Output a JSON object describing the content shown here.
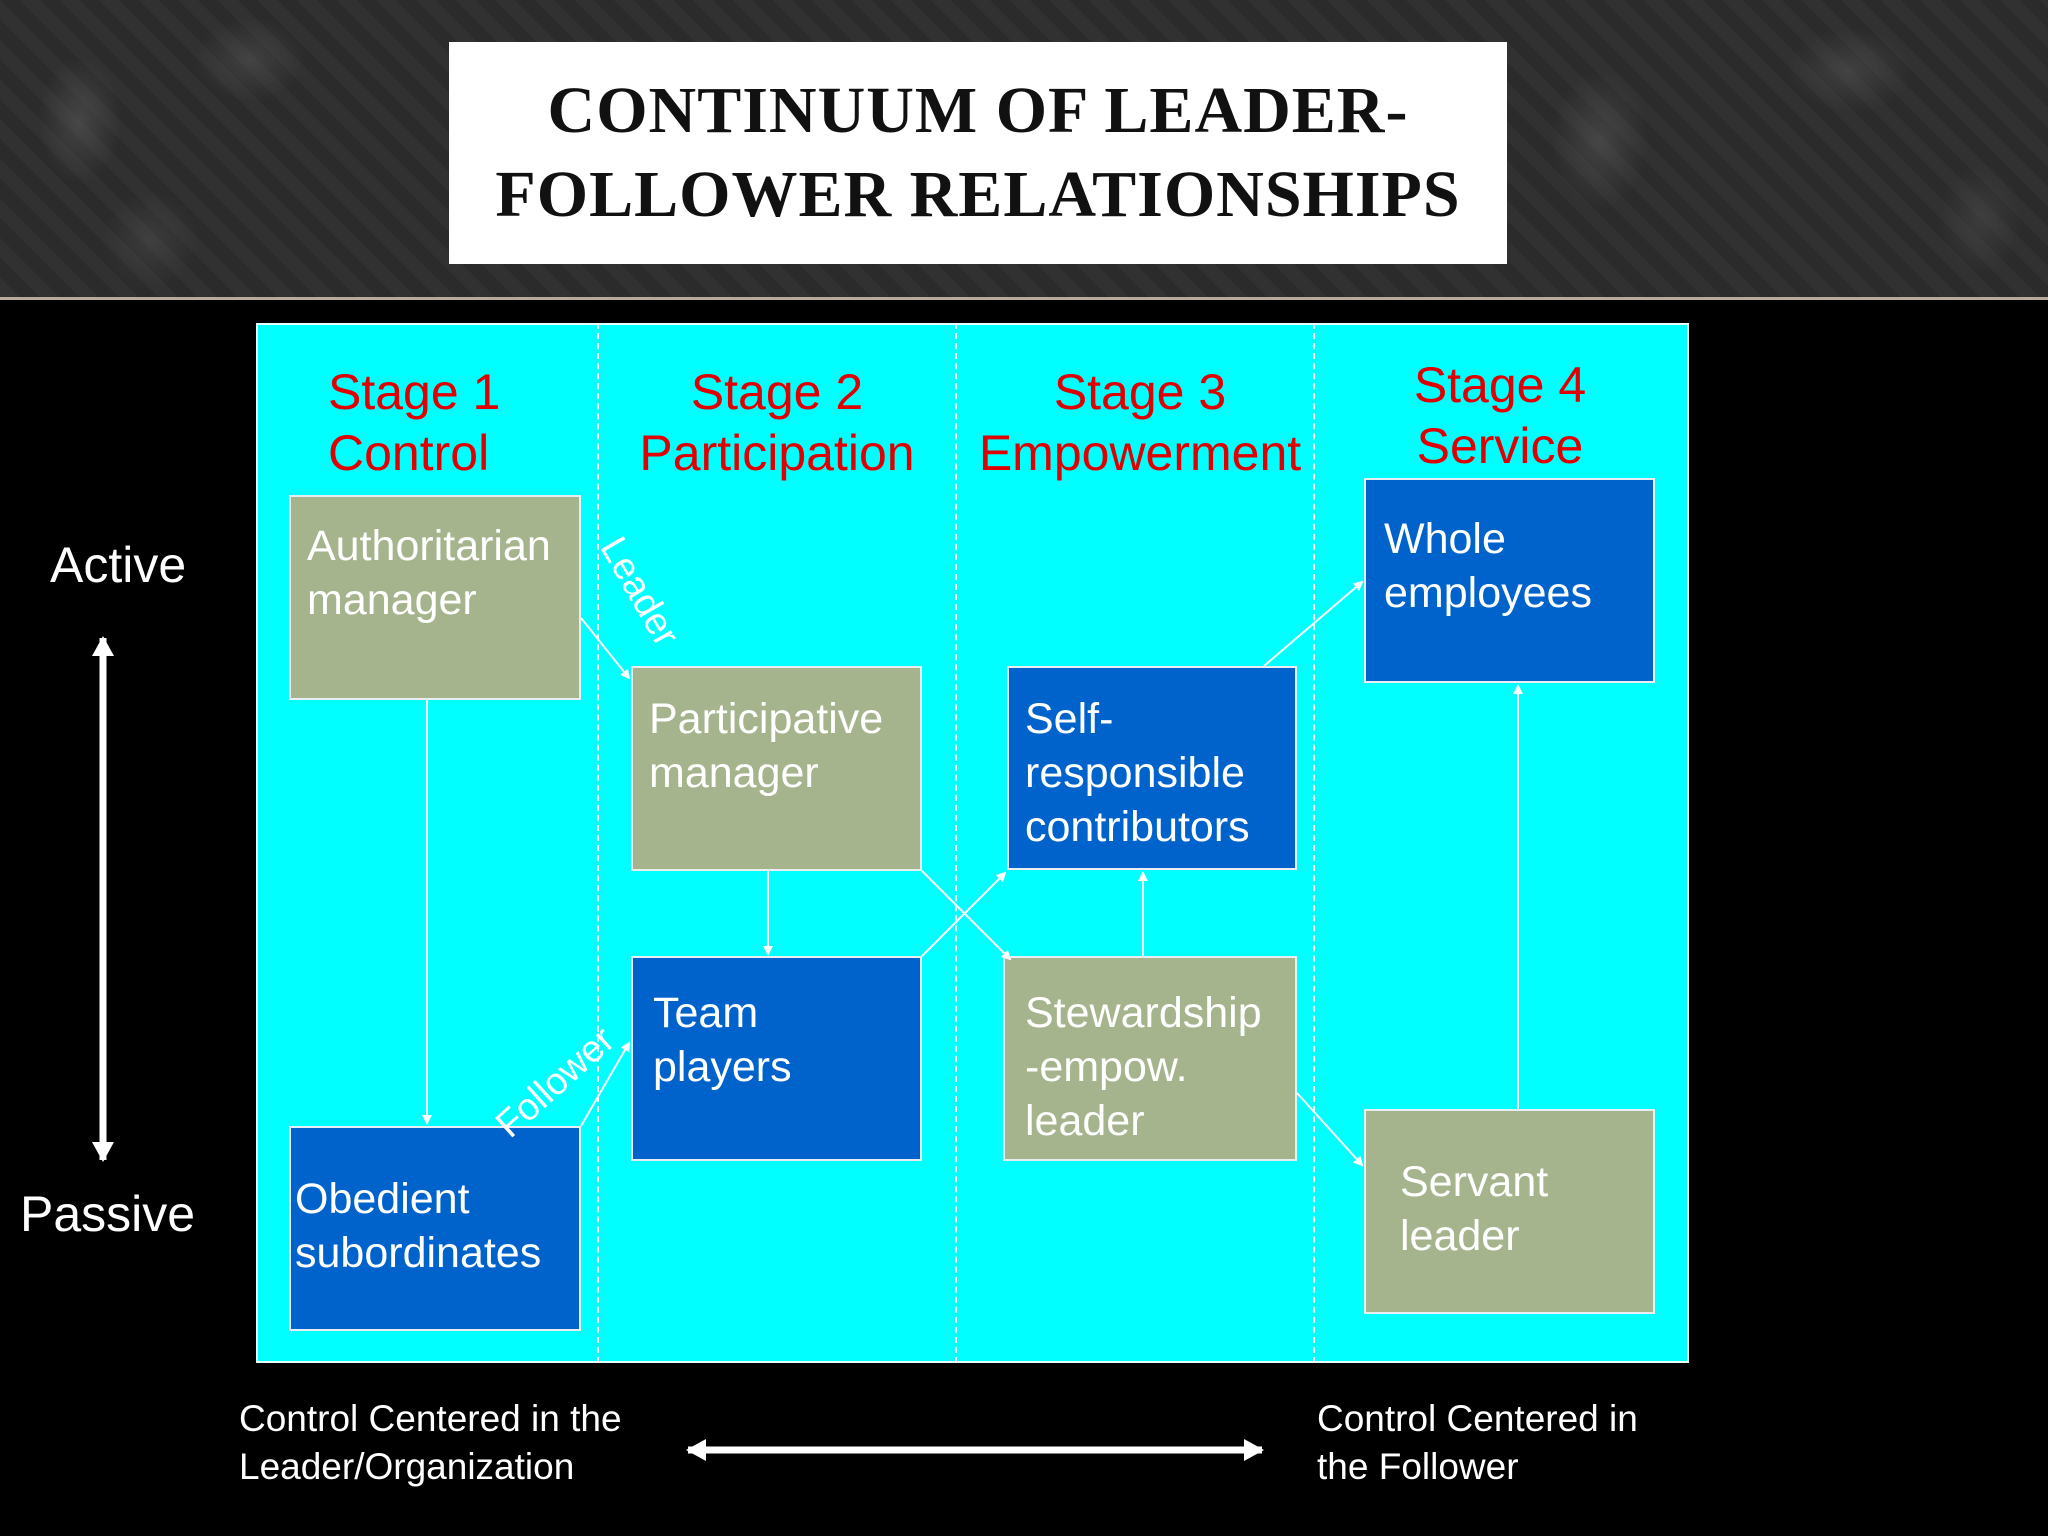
{
  "title": {
    "line1": "CONTINUUM OF LEADER-",
    "line2": "FOLLOWER RELATIONSHIPS"
  },
  "stages": [
    {
      "number": "Stage 1",
      "name": "Control"
    },
    {
      "number": "Stage 2",
      "name": "Participation"
    },
    {
      "number": "Stage 3",
      "name": "Empowerment"
    },
    {
      "number": "Stage 4",
      "name": "Service"
    }
  ],
  "nodes": {
    "authoritarian": {
      "line1": "Authoritarian",
      "line2": "manager"
    },
    "obedient": {
      "line1": "Obedient",
      "line2": "subordinates"
    },
    "participative": {
      "line1": "Participative",
      "line2": "manager"
    },
    "team": {
      "line1": "Team",
      "line2": "players"
    },
    "self": {
      "line1": "Self-",
      "line2": "responsible",
      "line3": "contributors"
    },
    "stewardship": {
      "line1": "Stewardship",
      "line2": "-empow.",
      "line3": "leader"
    },
    "whole": {
      "line1": "Whole",
      "line2": "employees"
    },
    "servant": {
      "line1": "Servant",
      "line2": "leader"
    }
  },
  "edge_labels": {
    "leader": "Leader",
    "follower": "Follower"
  },
  "axis": {
    "active": "Active",
    "passive": "Passive"
  },
  "bottom": {
    "left_line1": "Control Centered in the",
    "left_line2": "Leader/Organization",
    "right_line1": "Control Centered in",
    "right_line2": "the Follower"
  },
  "colors": {
    "panel": "#00ffff",
    "stage_text": "#e00000",
    "tan_box": "#a5b48c",
    "blue_box": "#0063cc"
  }
}
